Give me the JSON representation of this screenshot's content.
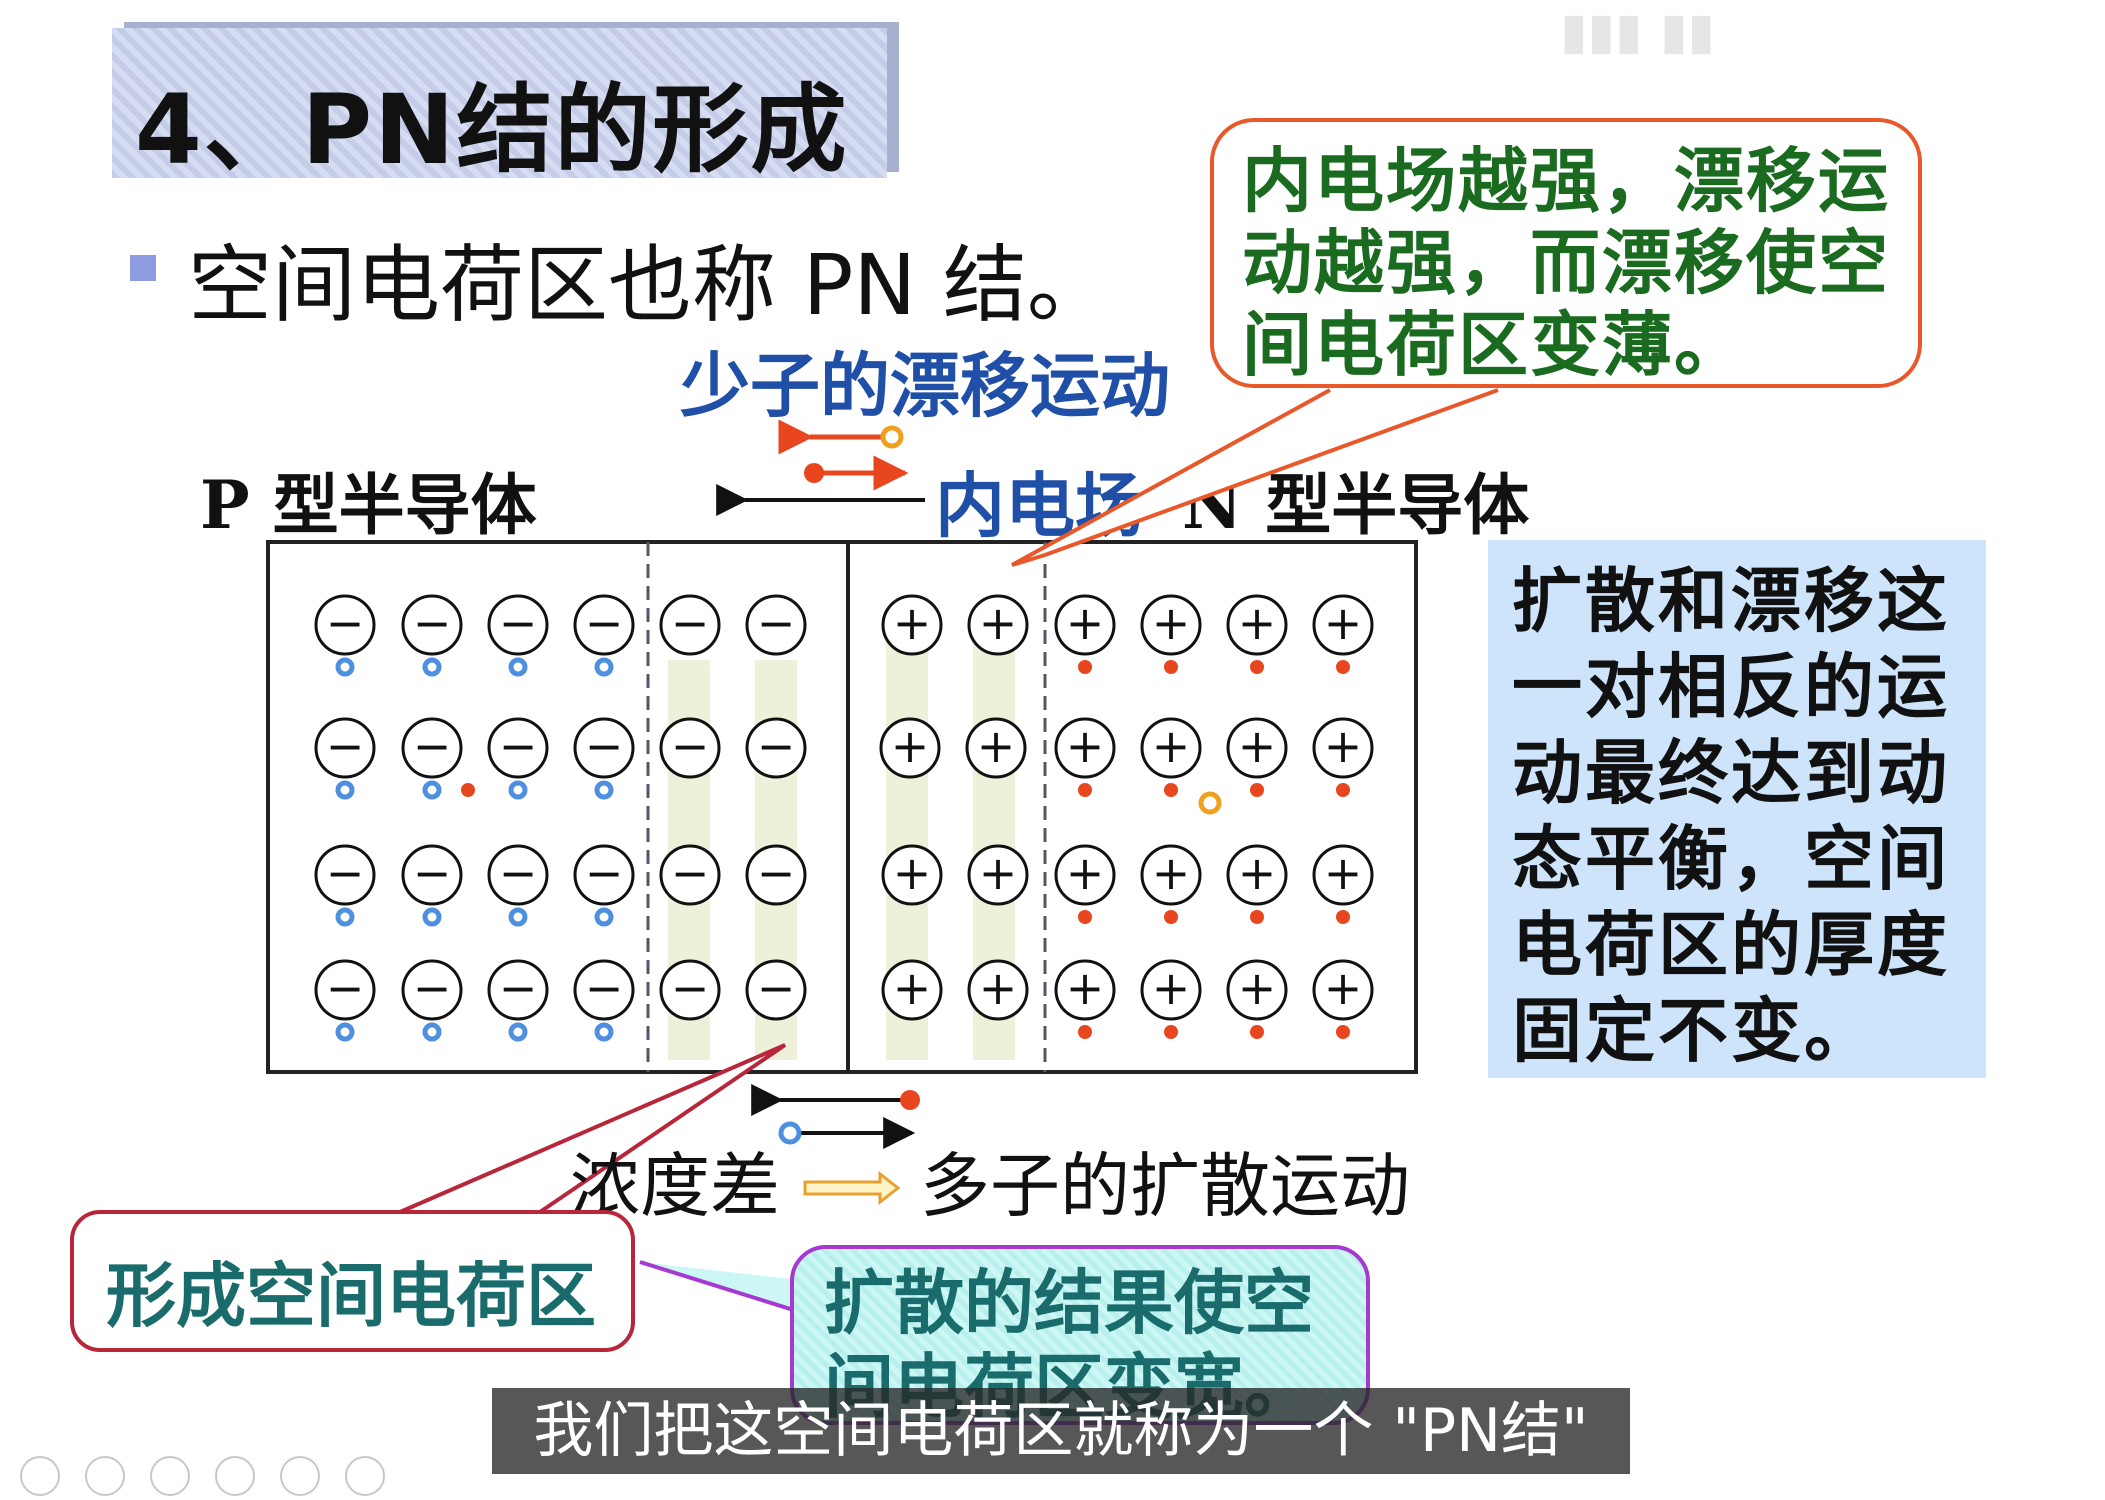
{
  "title": "4、PN结的形成",
  "bullet": "空间电荷区也称 PN 结。",
  "labels": {
    "drift_motion": "少子的漂移运动",
    "inner_field": "内电场",
    "p_type": "P 型半导体",
    "n_type": "N 型半导体",
    "concentration": "浓度差",
    "diffusion_motion": "多子的扩散运动"
  },
  "callouts": {
    "drift_stronger": "内电场越强，漂移运动越强，而漂移使空间电荷区变薄。",
    "equilibrium": "扩散和漂移这一对相反的运动最终达到动态平衡，空间电荷区的厚度固定不变。",
    "form_region": "形成空间电荷区",
    "diffusion_widens": "扩散的结果使空间电荷区变宽。"
  },
  "symbols": {
    "negative_ion": "−",
    "positive_ion": "+"
  },
  "subtitle": "我们把这空间电荷区就称为一个 \"PN结\"",
  "colors": {
    "hole": "#4f8fe0",
    "electron": "#e8461e",
    "minority_hole": "#f0a020",
    "depletion_band": "#eef0da",
    "field_text": "#1f4fa6",
    "drift_callout_border": "#e8582a",
    "drift_callout_text": "#1a6b20",
    "side_box_bg": "#cde4fb",
    "form_callout_border": "#b8263a",
    "widen_callout_border": "#a63ad0"
  }
}
